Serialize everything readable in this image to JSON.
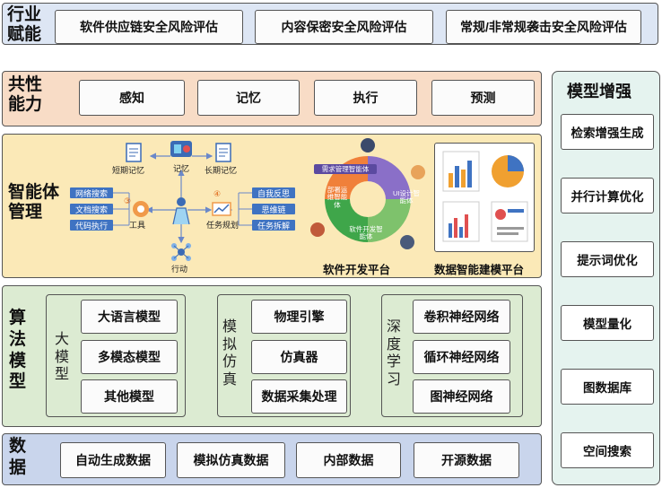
{
  "industry": {
    "label": "行业赋能",
    "items": [
      "软件供应链安全风险评估",
      "内容保密安全风险评估",
      "常规/非常规袭击安全风险评估"
    ]
  },
  "common": {
    "label": "共性能力",
    "items": [
      "感知",
      "记忆",
      "执行",
      "预测"
    ]
  },
  "agent": {
    "label": "智能体管理",
    "center": {
      "memory": "记忆",
      "short_memory": "短期记忆",
      "long_memory": "长期记忆",
      "tools": "工具",
      "tools_badge": "③",
      "tool_items": [
        "网络搜索",
        "文档搜索",
        "代码执行"
      ],
      "planning": "任务规划",
      "planning_badge": "④",
      "planning_items": [
        "自我反思",
        "思维链",
        "任务拆解"
      ],
      "action": "行动"
    },
    "software": {
      "title": "软件开发平台",
      "segments": [
        "需求管理智能体",
        "UI设计智能体",
        "软件开发智能体",
        "部署运维智能体"
      ]
    },
    "data_platform": {
      "title": "数据智能建模平台"
    }
  },
  "algorithm": {
    "label": "算法模型",
    "groups": [
      {
        "label": "大模型",
        "items": [
          "大语言模型",
          "多模态模型",
          "其他模型"
        ]
      },
      {
        "label": "模拟仿真",
        "items": [
          "物理引擎",
          "仿真器",
          "数据采集处理"
        ]
      },
      {
        "label": "深度学习",
        "items": [
          "卷积神经网络",
          "循环神经网络",
          "图神经网络"
        ]
      }
    ]
  },
  "data_layer": {
    "label": "数据",
    "items": [
      "自动生成数据",
      "模拟仿真数据",
      "内部数据",
      "开源数据"
    ]
  },
  "enhance": {
    "label": "模型增强",
    "items": [
      "检索增强生成",
      "并行计算优化",
      "提示词优化",
      "模型量化",
      "图数据库",
      "空间搜索"
    ]
  },
  "colors": {
    "industry_bg": "#dde6f4",
    "common_bg": "#f8dcc6",
    "agent_bg": "#fbe9b7",
    "algorithm_bg": "#dcebd2",
    "data_bg": "#c9d5ec",
    "enhance_bg": "#e5f3ef",
    "tag_blue": "#3f73c2"
  }
}
